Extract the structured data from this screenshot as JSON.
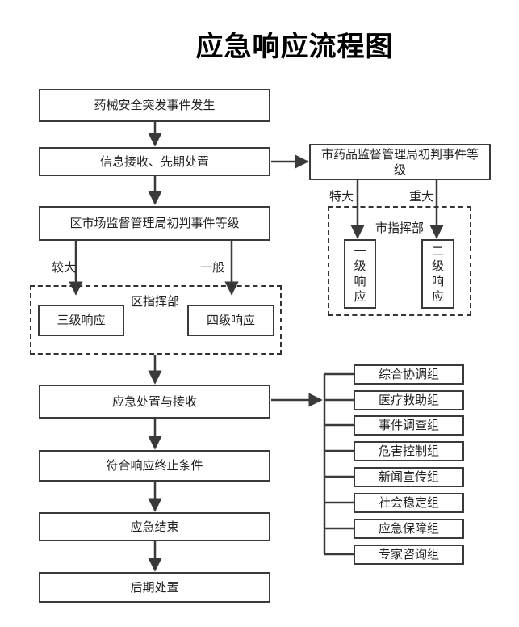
{
  "title": "应急响应流程图",
  "main_steps": {
    "step1": "药械安全突发事件发生",
    "step2": "信息接收、先期处置",
    "step3": "区市场监督管理局初判事件等级",
    "step4": "应急处置与接收",
    "step5": "符合响应终止条件",
    "step6": "应急结束",
    "step7": "后期处置"
  },
  "district": {
    "command_label": "区指挥部",
    "branch_left_label": "较大",
    "branch_right_label": "一般",
    "level3": "三级响应",
    "level4": "四级响应"
  },
  "city": {
    "judge_box": "市药品监督管理局初判事件等级",
    "command_label": "市指挥部",
    "branch_left_label": "特大",
    "branch_right_label": "重大",
    "level1_chars": [
      "一",
      "级",
      "响",
      "应"
    ],
    "level2_chars": [
      "二",
      "级",
      "响",
      "应"
    ]
  },
  "groups": [
    "综合协调组",
    "医疗救助组",
    "事件调查组",
    "危害控制组",
    "新闻宣传组",
    "社会稳定组",
    "应急保障组",
    "专家咨询组"
  ]
}
